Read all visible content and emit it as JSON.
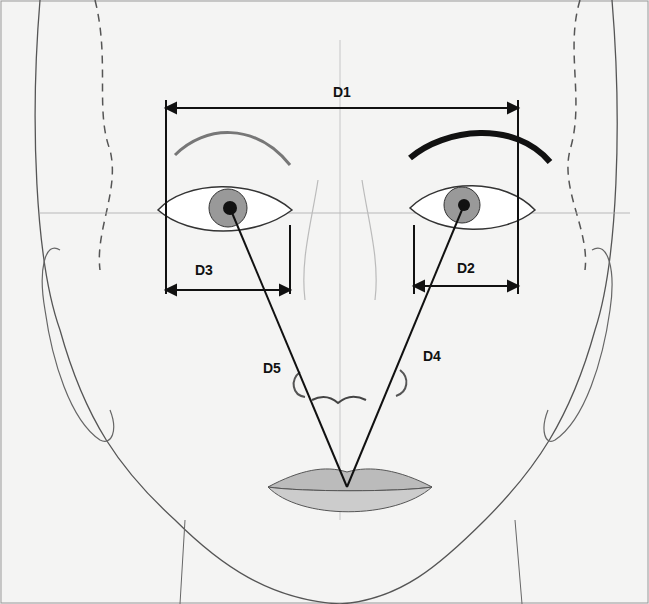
{
  "diagram": {
    "labels": [
      "D1",
      "D3",
      "D2",
      "D5",
      "D4"
    ]
  }
}
